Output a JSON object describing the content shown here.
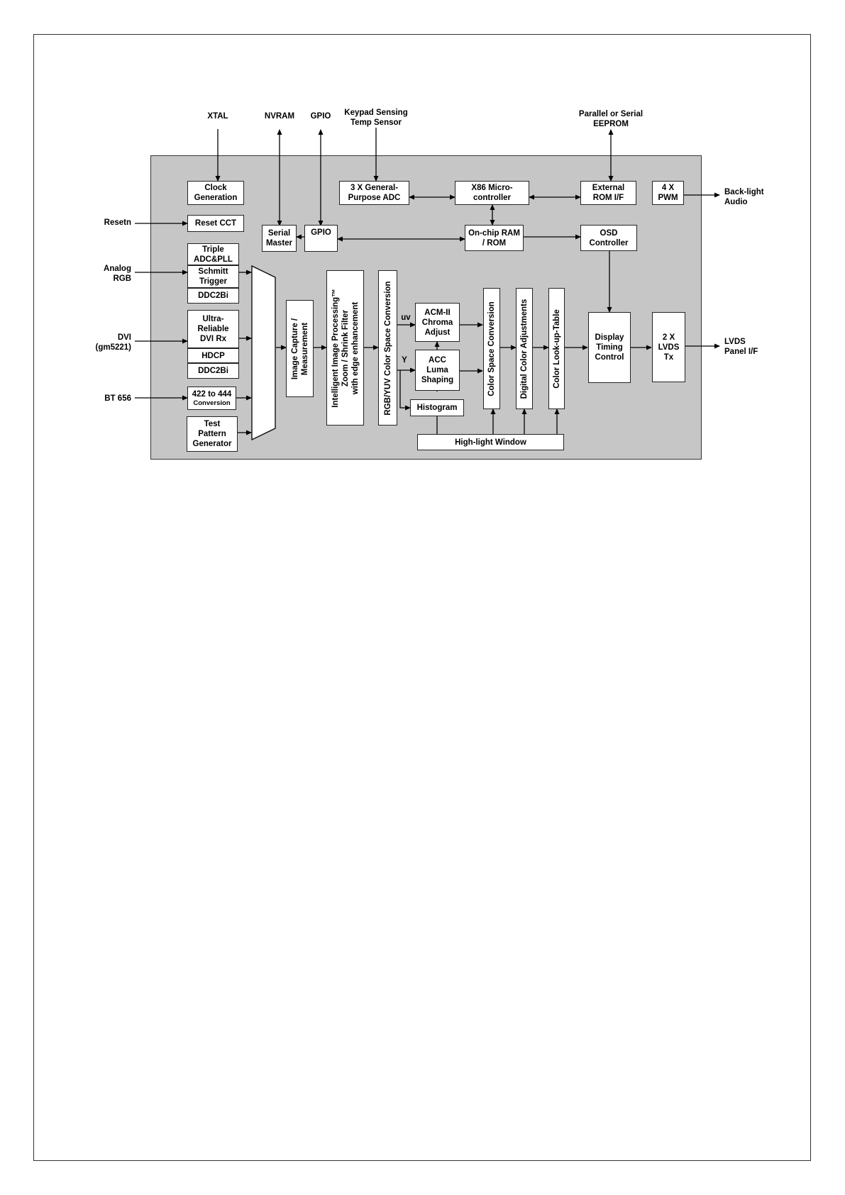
{
  "external": {
    "xtal": "XTAL",
    "nvram": "NVRAM",
    "gpio": "GPIO",
    "keypad_line1": "Keypad Sensing",
    "keypad_line2": "Temp Sensor",
    "eeprom_line1": "Parallel or Serial",
    "eeprom_line2": "EEPROM",
    "resetn": "Resetn",
    "analog_line1": "Analog",
    "analog_line2": "RGB",
    "dvi_line1": "DVI",
    "dvi_line2": "(gm5221)",
    "bt656": "BT 656",
    "backlight_line1": "Back-light",
    "backlight_line2": "Audio",
    "lvds_line1": "LVDS",
    "lvds_line2": "Panel I/F"
  },
  "blocks": {
    "clock_generation": "Clock Generation",
    "reset_cct": "Reset CCT",
    "serial_master": "Serial Master",
    "gpio": "GPIO",
    "adc_general": "3 X General-Purpose ADC",
    "micro_controller": "X86 Micro-controller",
    "external_rom": "External ROM I/F",
    "pwm": "4 X PWM",
    "ram_rom": "On-chip RAM / ROM",
    "osd_controller": "OSD Controller",
    "triple_adc": "Triple ADC&PLL",
    "schmitt_trigger": "Schmitt Trigger",
    "ddc2bi_1": "DDC2Bi",
    "dvi_rx": "Ultra-Reliable DVI Rx",
    "hdcp": "HDCP",
    "ddc2bi_2": "DDC2Bi",
    "conv_422_top": "422 to 444",
    "conv_422_bottom": "Conversion",
    "test_pattern": "Test Pattern Generator",
    "image_capture_line1": "Image Capture /",
    "image_capture_line2": "Measurement",
    "iip_line1": "Intelligent Image Processing™",
    "iip_line2": "Zoom / Shrink Filter",
    "iip_line3": "with edge enhancement",
    "rgb_yuv": "RGB/YUV Color Space Conversion",
    "uv_label": "uv",
    "y_label": "Y",
    "acm": "ACM-II Chroma Adjust",
    "acc": "ACC Luma Shaping",
    "histogram": "Histogram",
    "csc": "Color Space Conversion",
    "dca": "Digital Color Adjustments",
    "clut": "Color Look-up-Table",
    "highlight_window": "High-light Window",
    "display_timing": "Display Timing Control",
    "lvds_tx": "2 X LVDS Tx"
  }
}
